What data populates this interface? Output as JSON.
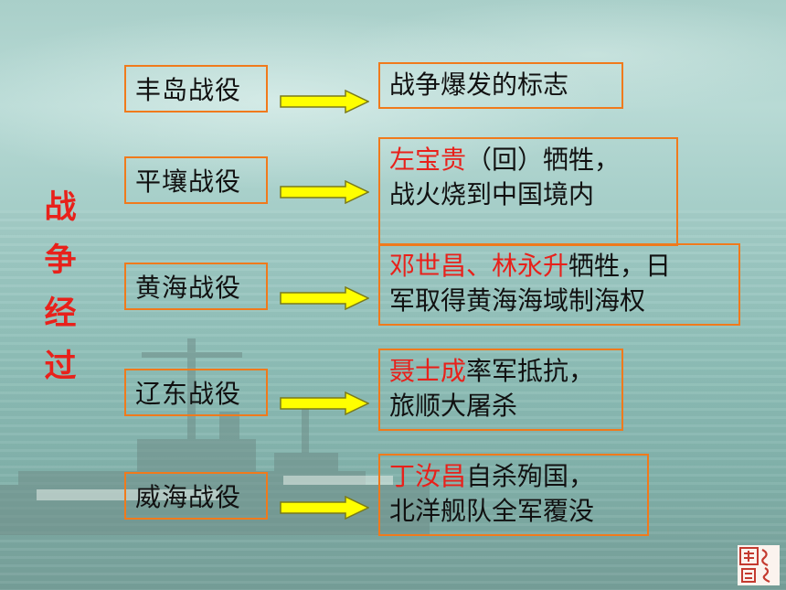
{
  "title_chars": [
    "战",
    "争",
    "经",
    "过"
  ],
  "battles": [
    {
      "name": "丰岛战役",
      "highlight": "",
      "text1": "战争爆发的标志",
      "text2": ""
    },
    {
      "name": "平壤战役",
      "highlight": "左宝贵",
      "text1": "（回）牺牲，",
      "text2": "战火烧到中国境内"
    },
    {
      "name": "黄海战役",
      "highlight": "邓世昌、林永升",
      "text1": "牺牲，日",
      "text2": "军取得黄海海域制海权"
    },
    {
      "name": "辽东战役",
      "highlight": "聂士成",
      "text1": "率军抵抗，",
      "text2": "旅顺大屠杀"
    },
    {
      "name": "威海战役",
      "highlight": "丁汝昌",
      "text1": "自杀殉国，",
      "text2": "北洋舰队全军覆没"
    }
  ],
  "colors": {
    "highlight": "#e8211b",
    "box_border": "#f07a1c",
    "arrow_fill": "#ffff00",
    "arrow_stroke": "#7a7a1a"
  },
  "logo_icon": "stamp-logo-icon"
}
